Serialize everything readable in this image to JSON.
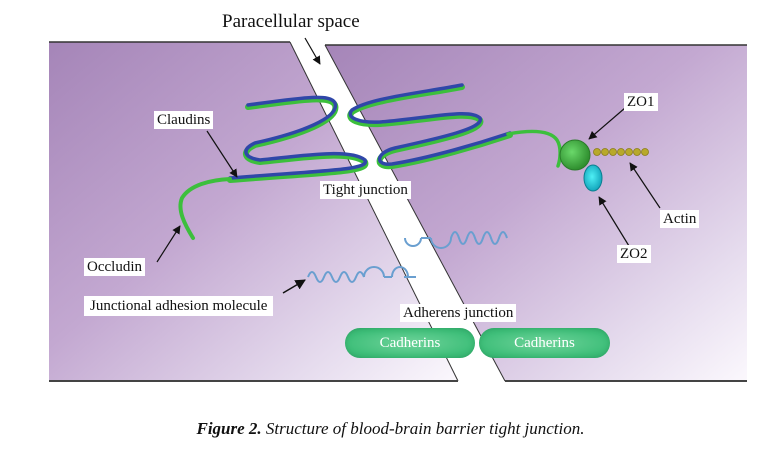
{
  "figure": {
    "title": "Paracellular space",
    "labels": {
      "claudins": "Claudins",
      "tight_junction": "Tight junction",
      "occludin": "Occludin",
      "jam": "Junctional adhesion molecule",
      "adherens_junction": "Adherens junction",
      "zo1": "ZO1",
      "zo2": "ZO2",
      "actin": "Actin"
    },
    "cadherins": [
      "Cadherins",
      "Cadherins"
    ],
    "colors": {
      "membrane_dark": "#a888bc",
      "membrane_light": "#f4eef8",
      "claudin_blue": "#2f47a8",
      "occludin_green": "#3cbf3c",
      "zo1_green": "#3fae3f",
      "zo2_cyan": "#1ec6d6",
      "actin_yellow": "#b8a92a",
      "jam_blue": "#6a9fd0",
      "cadherin_green": "#45c07e"
    }
  },
  "caption": {
    "prefix": "Figure 2.",
    "text": " Structure of blood-brain barrier tight junction."
  }
}
